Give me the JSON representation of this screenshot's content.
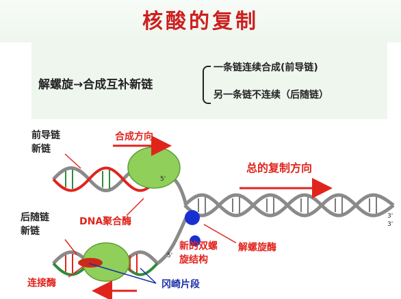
{
  "slide": {
    "title": "核酸的复制",
    "topic": "解螺旋→合成互补新链",
    "branches": [
      "一条链连续合成(前导链)",
      "另一条链不连续（后随链）"
    ]
  },
  "diagram": {
    "leading_strand": "前导链\n新链",
    "lagging_strand": "后随链\n新链",
    "synthesis_direction": "合成方向",
    "overall_direction": "总的复制方向",
    "dna_polymerase": "DNA聚合酶",
    "helicase": "解螺旋酶",
    "new_double_helix": "新的双螺\n旋结构",
    "ligase": "连接酶",
    "okazaki": "冈崎片段",
    "prime_5_top": "5'",
    "prime_3_top": "3'",
    "prime_5_bottom": "5'",
    "prime_3_bottom": "3'"
  },
  "colors": {
    "title": "#cc1f1f",
    "label_red": "#e0241c",
    "label_blue": "#1c2ea8",
    "enzyme_green": "#8fcf5a",
    "helicase_blue": "#1a2fd0",
    "strand_grey": "#8a8a8a",
    "new_strand_red": "#e0241c",
    "new_strand_green": "#2e8b3a"
  }
}
